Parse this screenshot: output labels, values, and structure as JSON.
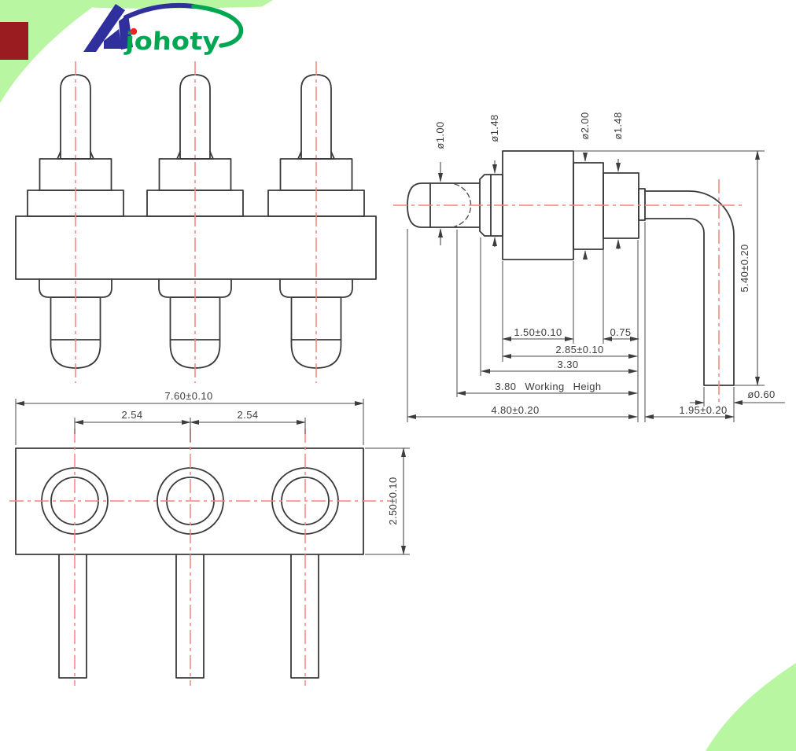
{
  "logo": {
    "brand": "johoty",
    "mark": "arrow-triangle-mark",
    "colors": {
      "green": "#00a651",
      "blue": "#2f2f9e",
      "dot_red": "#e8251f"
    }
  },
  "decor": {
    "corner_green": "#b9f6a2",
    "corner_red_block": "#9a1c20"
  },
  "drawing": {
    "type": "mechanical-3-view",
    "subject": "3-pin spring-loaded pogo pin connector",
    "line_color": "#3a3a3a",
    "centerline_color": "#f9827e",
    "dims": {
      "phi100": "ø1.00",
      "phi148a": "ø1.48",
      "phi200": "ø2.00",
      "phi148b": "ø1.48",
      "d150": "1.50±0.10",
      "d075": "0.75",
      "d285": "2.85±0.10",
      "d330": "3.30",
      "d380": "3.80 Working Heigh",
      "d480": "4.80±0.20",
      "d195": "1.95±0.20",
      "d540": "5.40±0.20",
      "phi060": "ø0.60",
      "d760": "7.60±0.10",
      "d254a": "2.54",
      "d254b": "2.54",
      "d250": "2.50±0.10"
    }
  }
}
